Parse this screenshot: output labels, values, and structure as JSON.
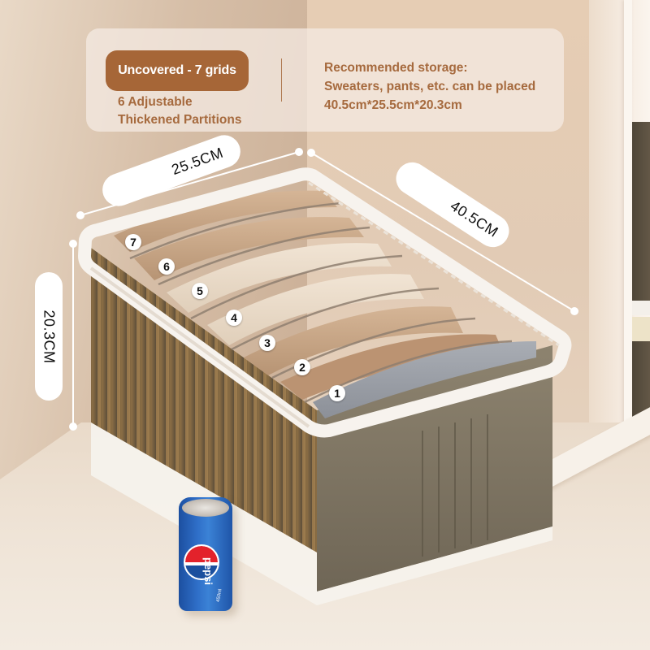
{
  "info_panel": {
    "grid_badge": "Uncovered - 7 grids",
    "partition_lines": [
      "6 Adjustable",
      "Thickened Partitions"
    ],
    "storage_lines": [
      "Recommended storage:",
      "Sweaters, pants, etc. can be placed",
      "40.5cm*25.5cm*20.3cm"
    ]
  },
  "dimensions": {
    "width": "25.5CM",
    "length": "40.5CM",
    "height": "20.3CM"
  },
  "compartments": [
    "1",
    "2",
    "3",
    "4",
    "5",
    "6",
    "7"
  ],
  "can": {
    "brand": "pepsi",
    "volume": "450ml"
  },
  "colors": {
    "accent_brown": "#a66637",
    "text_brown": "#a66a3e",
    "panel_bg": "#f5ece4",
    "pill_bg": "#ffffff",
    "can_blue": "#2f6fc8",
    "logo_red": "#e3222b"
  }
}
